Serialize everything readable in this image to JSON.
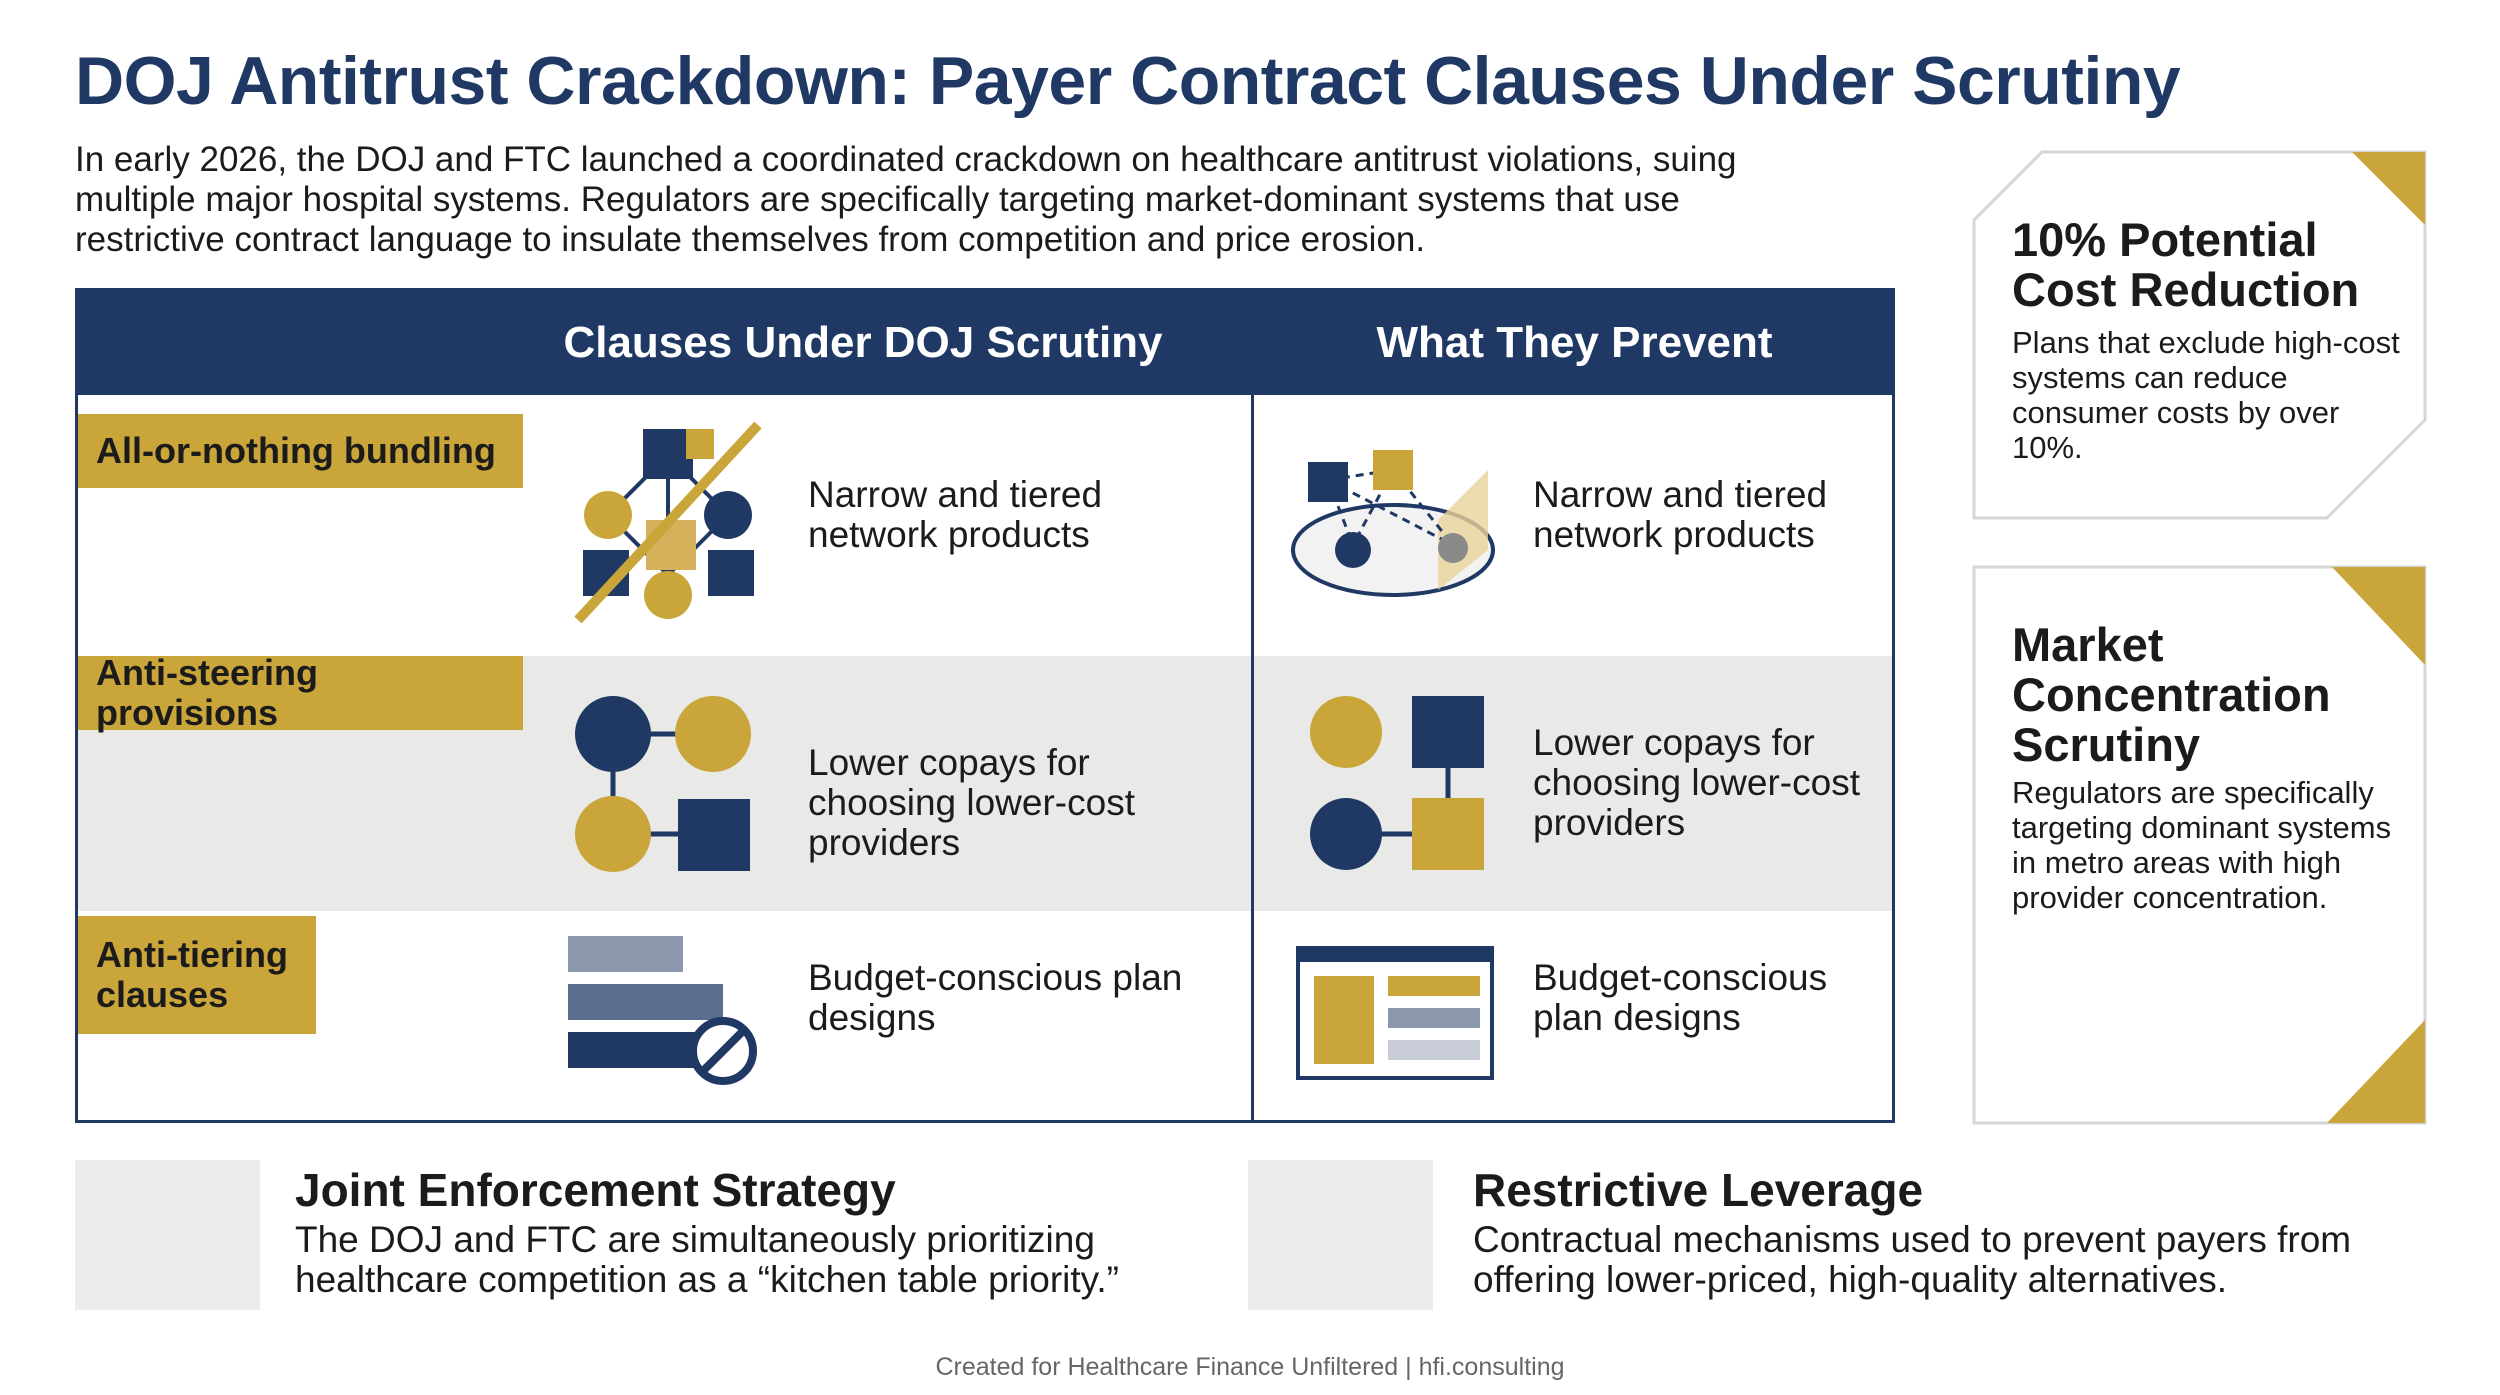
{
  "header": {
    "title": "DOJ Antitrust Crackdown: Payer Contract Clauses Under Scrutiny",
    "intro": "In early 2026, the DOJ and FTC launched a coordinated crackdown on healthcare antitrust violations, suing multiple major hospital systems. Regulators are specifically targeting market-dominant systems that use restrictive contract language to insulate themselves from competition and price erosion."
  },
  "table": {
    "col1_header": "Clauses Under DOJ Scrutiny",
    "col2_header": "What They Prevent",
    "rows": [
      {
        "tag": "All-or-nothing bundling",
        "col1_text": "Narrow and tiered network products",
        "col2_text": "Narrow and tiered network products"
      },
      {
        "tag": "Anti-steering provisions",
        "col1_text": "Lower copays for choosing lower-cost providers",
        "col2_text": "Lower copays for choosing lower-cost providers"
      },
      {
        "tag": "Anti-tiering clauses",
        "col1_text": "Budget-conscious plan designs",
        "col2_text": "Budget-conscious plan designs"
      }
    ]
  },
  "cards": [
    {
      "title": "10% Potential Cost Reduction",
      "body": "Plans that exclude high-cost systems can reduce consumer costs by over 10%."
    },
    {
      "title": "Market Concentration Scrutiny",
      "body": "Regulators are specifically targeting dominant systems in metro areas with high provider concentration."
    }
  ],
  "bottom": [
    {
      "title": "Joint Enforcement Strategy",
      "body": "The DOJ and FTC are simultaneously prioritizing healthcare competition as a “kitchen table priority.”"
    },
    {
      "title": "Restrictive Leverage",
      "body": "Contractual mechanisms used to prevent payers from offering lower-priced, high-quality alternatives."
    }
  ],
  "footer": "Created for Healthcare Finance Unfiltered | hfi.consulting",
  "colors": {
    "navy": "#1f3864",
    "gold": "#c9a53a",
    "shade": "#e9e9e8"
  },
  "icons": [
    "network-bundle-icon",
    "network-map-icon",
    "connected-nodes-icon",
    "nodes-grid-icon",
    "blocked-bars-icon",
    "plan-layout-icon"
  ]
}
